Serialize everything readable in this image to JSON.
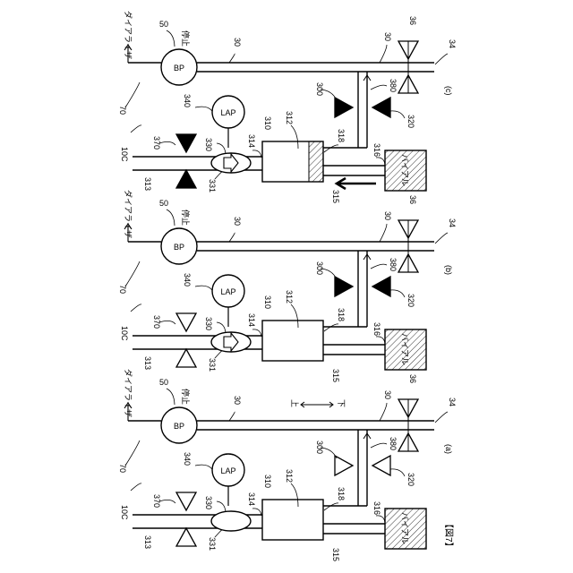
{
  "figure_label": "【図7】",
  "panels": [
    {
      "id": "c",
      "caption": "(c)",
      "texts": {
        "dialyzer": "ダイアライザ",
        "stop": "停止",
        "bp": "BP",
        "lap": "LAP",
        "vial": "バイアル"
      },
      "refs": {
        "r30a": "30",
        "r30b": "30",
        "r36": "36",
        "r34": "34",
        "r50": "50",
        "r70": "70",
        "r10c": "10C",
        "r340": "340",
        "r300": "300",
        "r380": "380",
        "r370": "370",
        "r330": "330",
        "r314": "314",
        "r310": "310",
        "r312": "312",
        "r318": "318",
        "r320": "320",
        "r313": "313",
        "r331": "331",
        "r315": "315",
        "r316": "316"
      },
      "state": {
        "valve370": "closed",
        "valve320": "closed",
        "valve300": "closed",
        "flow_arrow": true
      }
    },
    {
      "id": "b",
      "caption": "(b)",
      "texts": {
        "dialyzer": "ダイアライザ",
        "stop": "停止",
        "bp": "BP",
        "lap": "LAP",
        "vial": "バイアル"
      },
      "refs": {
        "r30a": "30",
        "r30b": "30",
        "r36": "36",
        "r34": "34",
        "r50": "50",
        "r70": "70",
        "r10c": "10C",
        "r340": "340",
        "r300": "300",
        "r380": "380",
        "r370": "370",
        "r330": "330",
        "r314": "314",
        "r310": "310",
        "r312": "312",
        "r318": "318",
        "r320": "320",
        "r313": "313",
        "r331": "331",
        "r315": "315",
        "r316": "316"
      },
      "state": {
        "valve370": "open",
        "valve320": "closed",
        "valve300": "closed",
        "flow_arrow": false
      }
    },
    {
      "id": "a",
      "caption": "(a)",
      "texts": {
        "dialyzer": "ダイアライザ",
        "stop": "停止",
        "bp": "BP",
        "lap": "LAP",
        "vial": "バイアル",
        "up": "上",
        "down": "下"
      },
      "refs": {
        "r30a": "30",
        "r30b": "30",
        "r36": "36",
        "r34": "34",
        "r50": "50",
        "r70": "70",
        "r10c": "10C",
        "r340": "340",
        "r300": "300",
        "r380": "380",
        "r370": "370",
        "r330": "330",
        "r314": "314",
        "r310": "310",
        "r312": "312",
        "r318": "318",
        "r320": "320",
        "r313": "313",
        "r331": "331",
        "r315": "315",
        "r316": "316"
      },
      "state": {
        "valve370": "open",
        "valve320": "open",
        "valve300": "open",
        "flow_arrow": false
      }
    }
  ]
}
